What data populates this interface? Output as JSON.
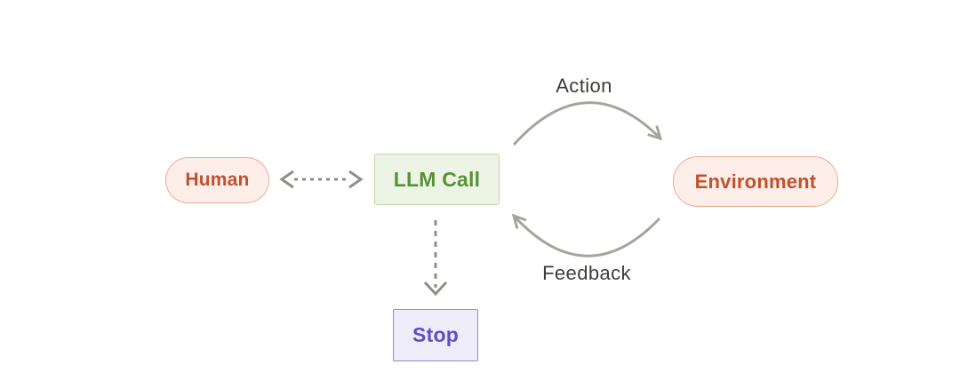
{
  "diagram": {
    "nodes": {
      "human": {
        "label": "Human"
      },
      "llm_call": {
        "label": "LLM Call"
      },
      "environment": {
        "label": "Environment"
      },
      "stop": {
        "label": "Stop"
      }
    },
    "edges": {
      "action": {
        "label": "Action"
      },
      "feedback": {
        "label": "Feedback"
      }
    },
    "colors": {
      "node_red_bg": "#fdeee9",
      "node_red_border": "#edaa90",
      "node_red_text": "#c0512e",
      "node_green_bg": "#edf4e5",
      "node_green_border": "#bdd7a3",
      "node_green_text": "#579334",
      "node_purple_bg": "#eeecf8",
      "node_purple_border": "#9187d7",
      "node_purple_text": "#5c50c4",
      "arrow_arc": "#a5a49c",
      "arrow_dash": "#8f8f88",
      "label_text": "#3d3d3a"
    }
  }
}
